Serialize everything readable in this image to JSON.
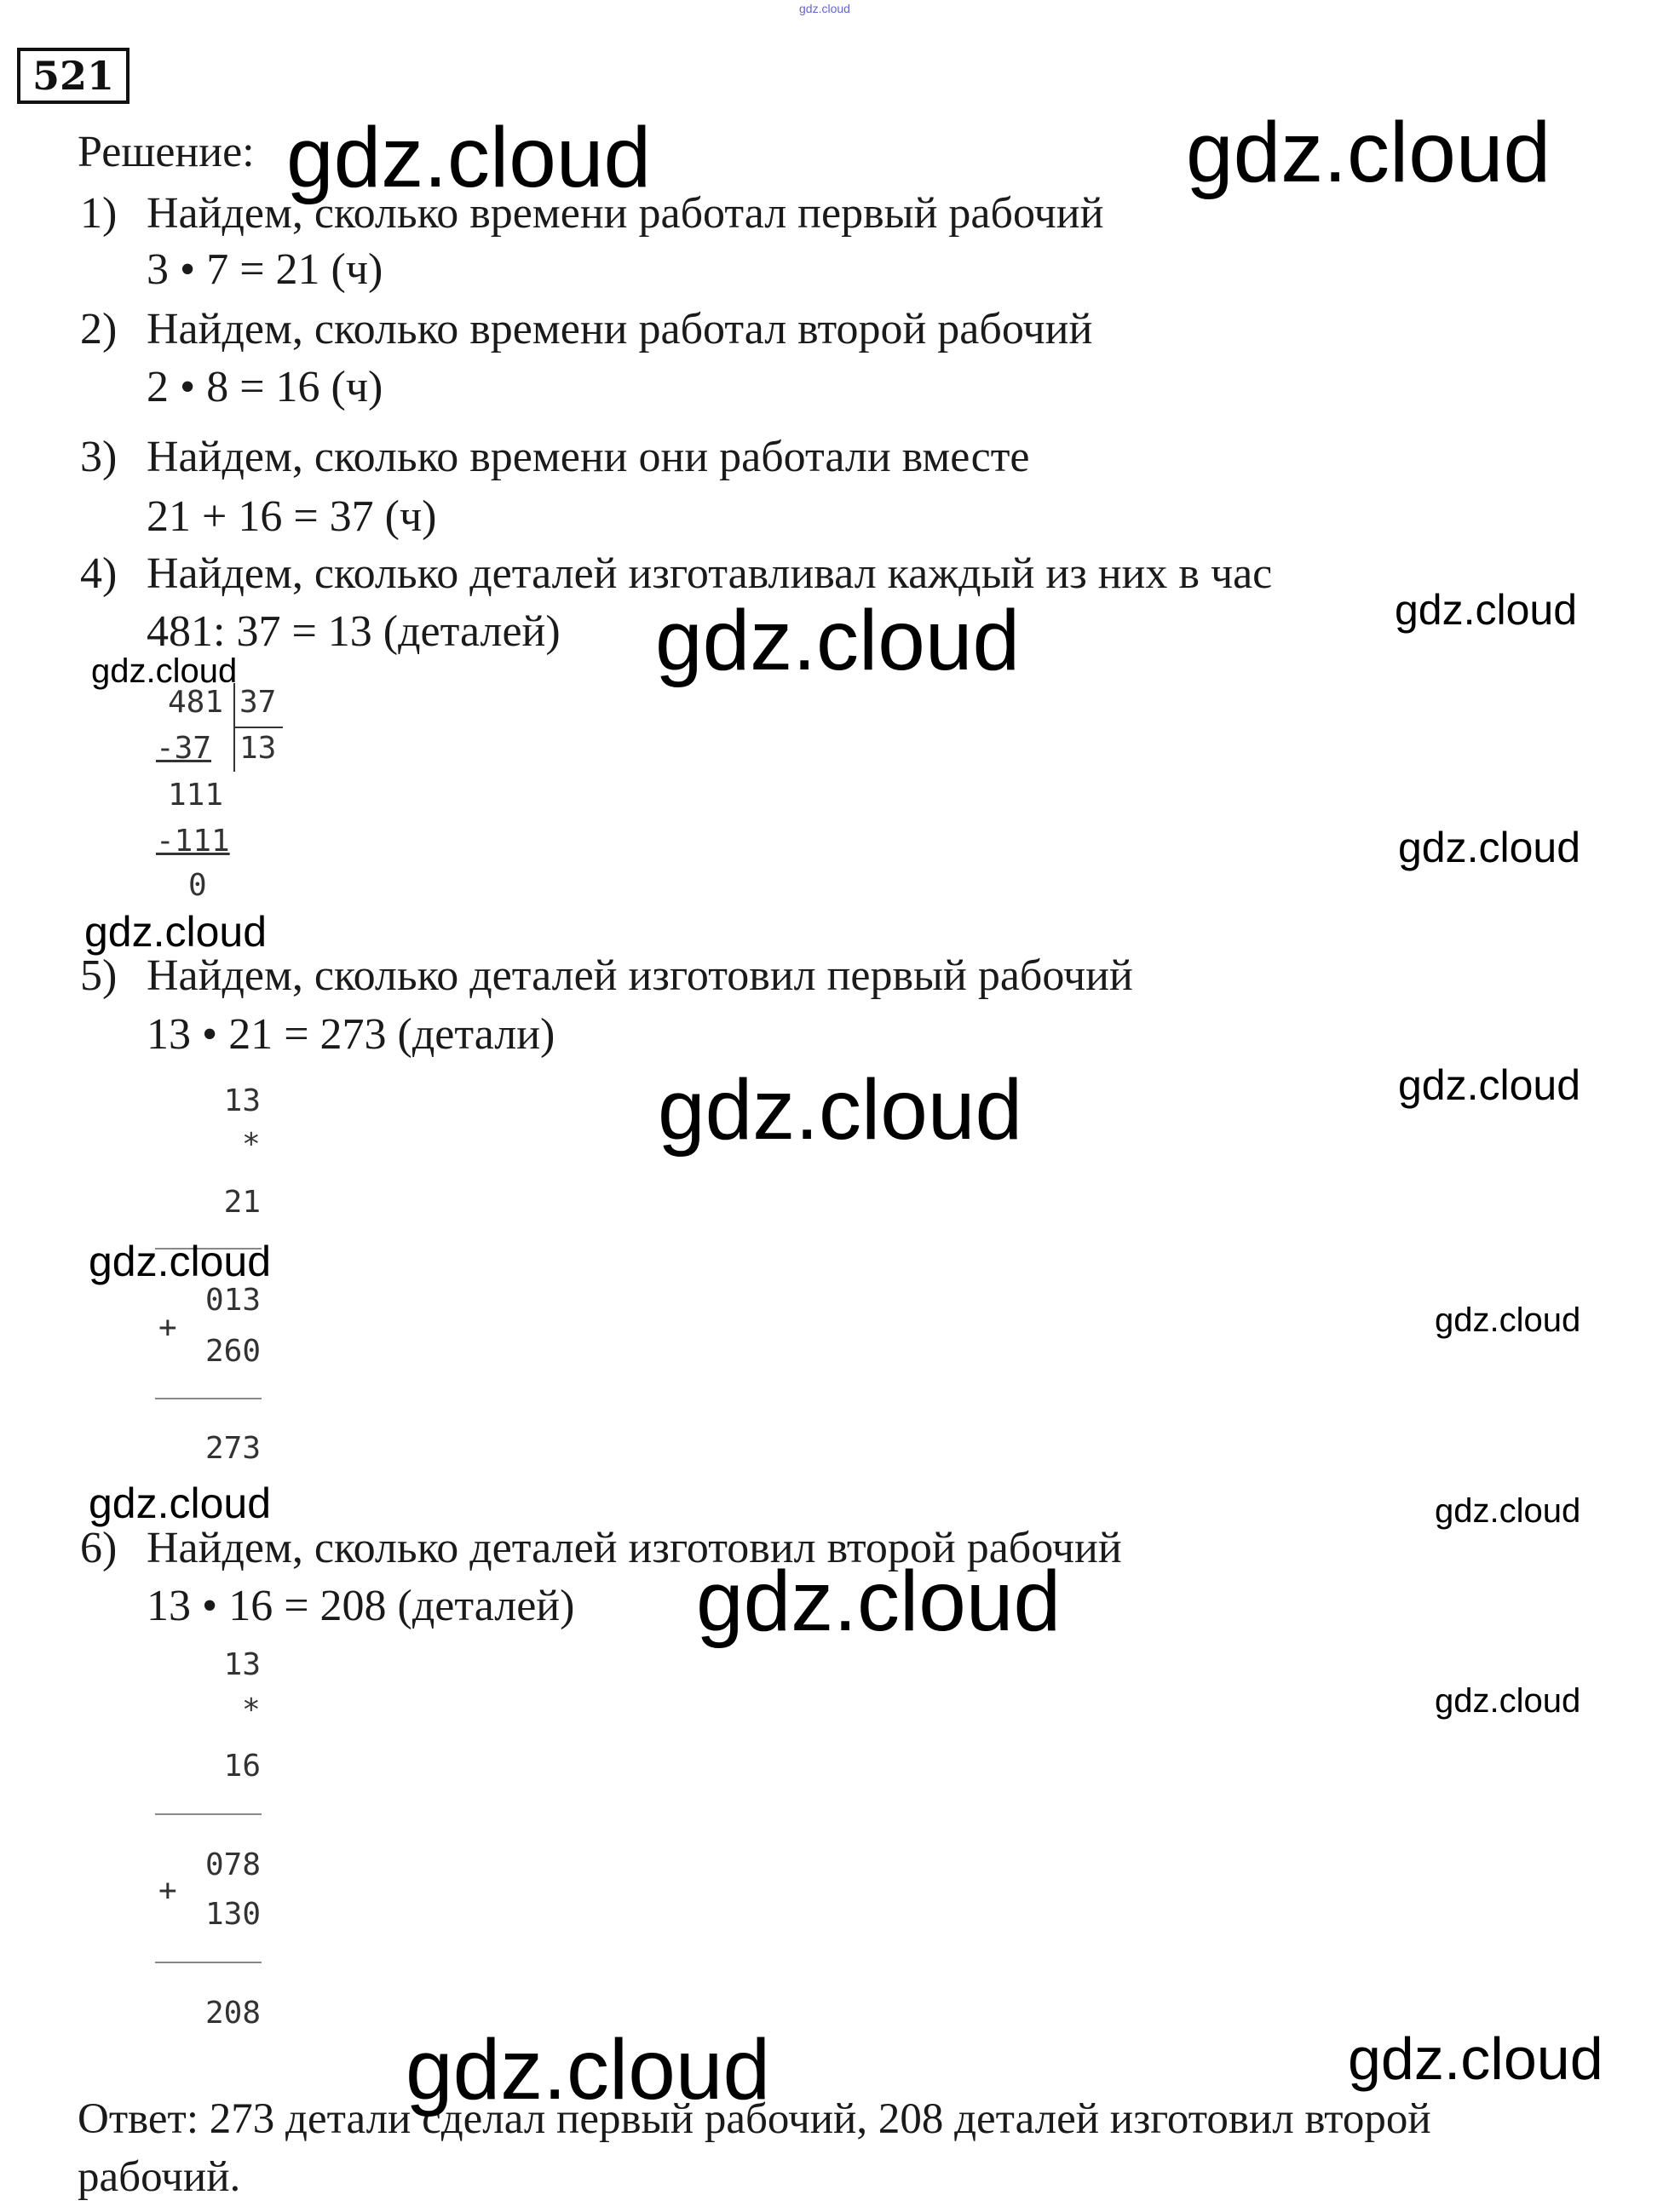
{
  "header_watermark": "gdz.cloud",
  "problem_number": "521",
  "solution_label": "Решение:",
  "steps": [
    {
      "num": "1)",
      "text": "Найдем, сколько времени работал первый рабочий",
      "calc": "3 • 7 = 21 (ч)"
    },
    {
      "num": "2)",
      "text": "Найдем, сколько времени работал второй рабочий",
      "calc": "2 • 8 = 16 (ч)"
    },
    {
      "num": "3)",
      "text": "Найдем, сколько времени они работали вместе",
      "calc": "21 + 16 = 37 (ч)"
    },
    {
      "num": "4)",
      "text": "Найдем, сколько деталей изготавливал каждый из них в час",
      "calc": "481: 37 = 13 (деталей)"
    },
    {
      "num": "5)",
      "text": "Найдем, сколько деталей изготовил первый рабочий",
      "calc": "13 • 21 = 273 (детали)"
    },
    {
      "num": "6)",
      "text": "Найдем, сколько деталей изготовил второй рабочий",
      "calc": "13 • 16 = 208 (деталей)"
    }
  ],
  "division": {
    "dividend": "481",
    "divisor": "37",
    "quotient": "13",
    "sub1": "-37",
    "rem1": "111",
    "sub2": "-111",
    "rem2": "0"
  },
  "mult1": {
    "a": "13",
    "op": "*",
    "b": "21",
    "p1": "013",
    "plus": "+",
    "p2": "260",
    "result": "273"
  },
  "mult2": {
    "a": "13",
    "op": "*",
    "b": "16",
    "p1": "078",
    "plus": "+",
    "p2": "130",
    "result": "208"
  },
  "answer": {
    "line1": "Ответ: 273 детали сделал первый рабочий, 208 деталей изготовил второй",
    "line2": "рабочий."
  },
  "watermark": "gdz.cloud"
}
